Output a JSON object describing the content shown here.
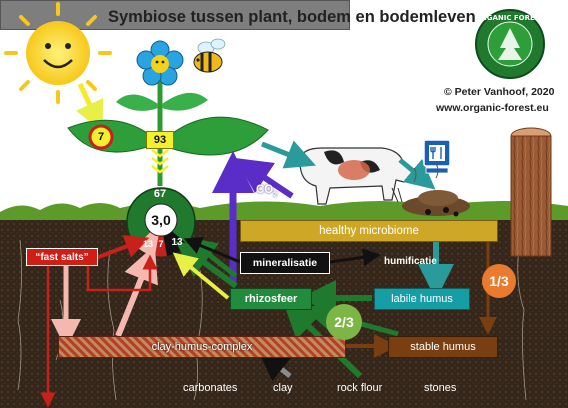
{
  "header": {
    "title": "Symbiose tussen plant, bodem en bodemleven",
    "copyright": "© Peter Vanhoof, 2020",
    "website": "www.organic-forest.eu"
  },
  "logo": {
    "name": "organic-forest-logo",
    "text": "ORGANIC FOREST"
  },
  "plant": {
    "leaf_value": "7",
    "stem_value": "93",
    "root_top_value": "67",
    "root_center_value": "3,0",
    "root_left_value": "13",
    "root_mid_value": "7",
    "root_right_value": "13"
  },
  "gas": {
    "co2_main": "CO",
    "co2_sub": "2"
  },
  "soil": {
    "healthy_microbiome": "healthy microbiome",
    "mineralisatie": "mineralisatie",
    "humificatie": "humificatie",
    "rhizosfeer": "rhizosfeer",
    "labile_humus": "labile humus",
    "stable_humus": "stable humus",
    "clay_humus_complex": "clay-humus-complex",
    "fast_salts": "“fast salts”",
    "one_third": "1/3",
    "two_thirds": "2/3"
  },
  "minerals": [
    "carbonates",
    "clay",
    "rock flour",
    "stones"
  ],
  "colors": {
    "sky": "#ffffff",
    "soil_dark": "#3a2a1a",
    "grass": "#5c9a2a",
    "leaf": "#2d9e3a",
    "arrow_purple": "#5a2cc8",
    "arrow_green": "#1f7a2e",
    "arrow_teal": "#2a9a9a",
    "arrow_red": "#c8201a",
    "arrow_pink": "#f4b8b0",
    "arrow_yellow": "#e8f048",
    "humus_stable": "#7a3f10",
    "humus_labile": "#179ea5",
    "microbiome": "#cfa726",
    "one_third": "#ea7a2e",
    "two_thirds": "#7eb646"
  },
  "icons": [
    "sun-icon",
    "flower-icon",
    "bee-icon",
    "cow-icon",
    "dung-icon",
    "restaurant-sign-icon",
    "tree-trunk-icon",
    "organic-forest-logo"
  ]
}
